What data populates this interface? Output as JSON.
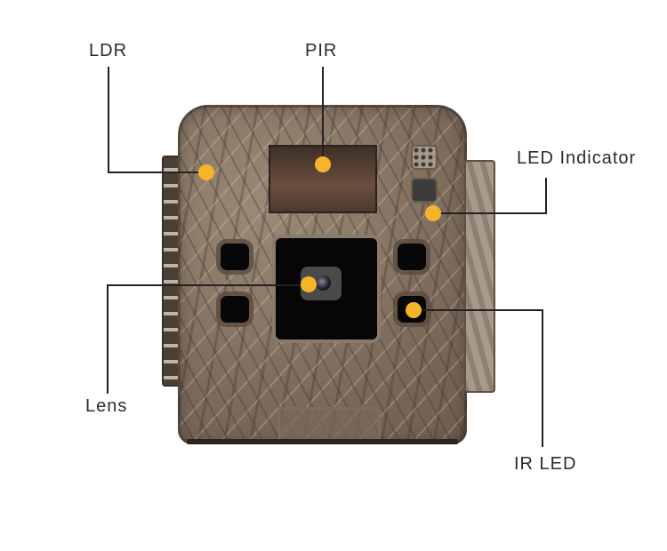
{
  "diagram": {
    "subject": "Trail camera front view (camouflage)",
    "marker_color": "#f6b42a",
    "labels": [
      {
        "id": "ldr",
        "text": "LDR"
      },
      {
        "id": "pir",
        "text": "PIR"
      },
      {
        "id": "led_indicator",
        "text": "LED Indicator"
      },
      {
        "id": "lens",
        "text": "Lens"
      },
      {
        "id": "ir_led",
        "text": "IR LED"
      }
    ]
  }
}
